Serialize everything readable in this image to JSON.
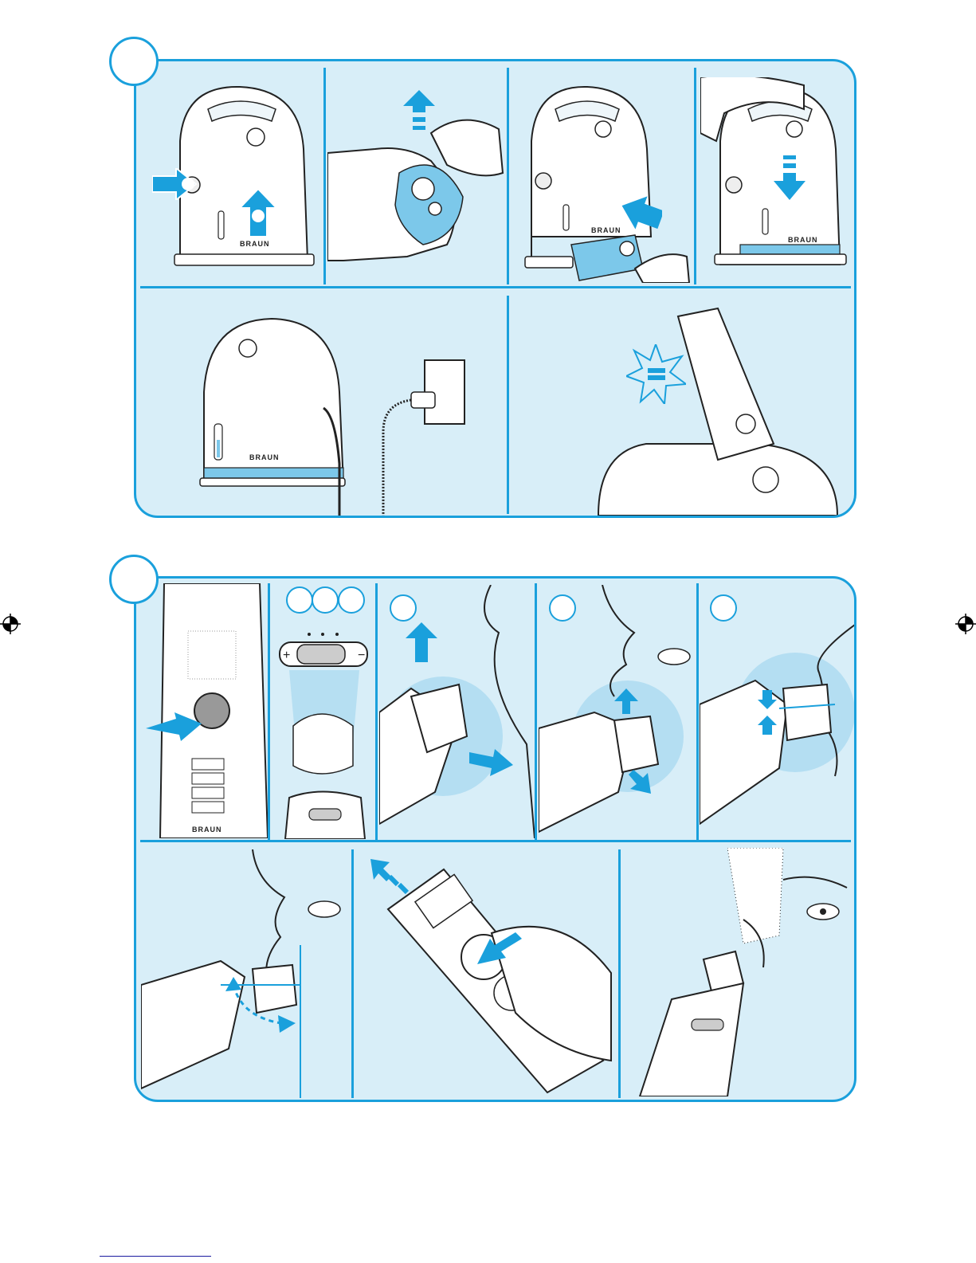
{
  "brand": {
    "logo_text": "BRAUN"
  },
  "colors": {
    "accent": "#1aa0dc",
    "panel_bg": "#d8eef8",
    "device_white": "#ffffff",
    "outline": "#222222"
  },
  "section_a": {
    "step_badge": "",
    "scenes": [
      {
        "name": "release-button-and-lift-cartridge",
        "icons": [
          "press-arrow-icon",
          "up-arrow-icon"
        ]
      },
      {
        "name": "remove-cartridge-seal",
        "icons": [
          "up-arrow-icon"
        ]
      },
      {
        "name": "insert-cartridge",
        "icons": [
          "push-arrow-icon"
        ]
      },
      {
        "name": "press-housing-down",
        "icons": [
          "down-arrow-icon"
        ]
      },
      {
        "name": "connect-to-power",
        "icons": [
          "plug-icon"
        ]
      },
      {
        "name": "place-shaver-in-station",
        "icons": [
          "flash-indicator-icon"
        ]
      }
    ]
  },
  "section_b": {
    "step_badge": "",
    "scenes": [
      {
        "name": "switch-on-shaver",
        "icons": [
          "press-arrow-icon"
        ]
      },
      {
        "name": "select-mode",
        "icons": [
          "plus-icon",
          "minus-icon"
        ]
      },
      {
        "name": "shave-against-grain-neck",
        "icons": [
          "up-arrow-icon",
          "right-arrow-icon"
        ]
      },
      {
        "name": "shave-cheek",
        "icons": [
          "up-arrow-icon",
          "down-arrow-icon"
        ]
      },
      {
        "name": "shave-upper-lip",
        "icons": [
          "compress-arrows-icon"
        ]
      },
      {
        "name": "tilt-head-angle",
        "icons": [
          "curved-arrow-icon"
        ]
      },
      {
        "name": "release-trimmer",
        "icons": [
          "push-arrow-icon",
          "motion-arrow-icon"
        ]
      },
      {
        "name": "trim-sideburns",
        "icons": []
      }
    ]
  }
}
